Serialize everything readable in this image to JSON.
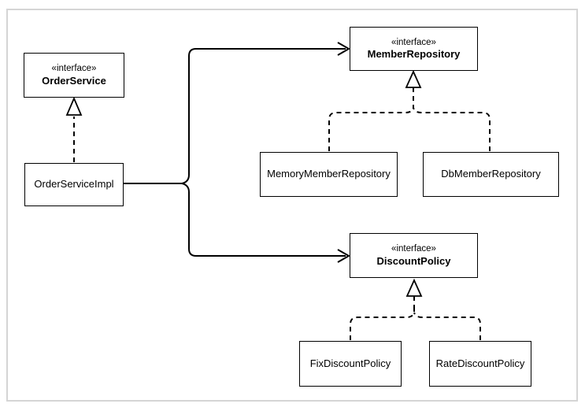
{
  "diagram": {
    "kind": "uml-class-diagram",
    "stereotype_label": "«interface»",
    "nodes": [
      {
        "id": "order-service",
        "stereotype": "«interface»",
        "name": "OrderService"
      },
      {
        "id": "order-service-impl",
        "stereotype": "",
        "name": "OrderServiceImpl"
      },
      {
        "id": "member-repository",
        "stereotype": "«interface»",
        "name": "MemberRepository"
      },
      {
        "id": "memory-member-repository",
        "stereotype": "",
        "name": "MemoryMemberRepository"
      },
      {
        "id": "db-member-repository",
        "stereotype": "",
        "name": "DbMemberRepository"
      },
      {
        "id": "discount-policy",
        "stereotype": "«interface»",
        "name": "DiscountPolicy"
      },
      {
        "id": "fix-discount-policy",
        "stereotype": "",
        "name": "FixDiscountPolicy"
      },
      {
        "id": "rate-discount-policy",
        "stereotype": "",
        "name": "RateDiscountPolicy"
      }
    ],
    "edges": [
      {
        "type": "realization",
        "from": "OrderServiceImpl",
        "to": "OrderService",
        "style": "dashed-hollow-triangle"
      },
      {
        "type": "dependency",
        "from": "OrderServiceImpl",
        "to": "MemberRepository",
        "style": "solid-open-arrow"
      },
      {
        "type": "dependency",
        "from": "OrderServiceImpl",
        "to": "DiscountPolicy",
        "style": "solid-open-arrow"
      },
      {
        "type": "realization",
        "from": "MemoryMemberRepository",
        "to": "MemberRepository",
        "style": "dashed-hollow-triangle"
      },
      {
        "type": "realization",
        "from": "DbMemberRepository",
        "to": "MemberRepository",
        "style": "dashed-hollow-triangle"
      },
      {
        "type": "realization",
        "from": "FixDiscountPolicy",
        "to": "DiscountPolicy",
        "style": "dashed-hollow-triangle"
      },
      {
        "type": "realization",
        "from": "RateDiscountPolicy",
        "to": "DiscountPolicy",
        "style": "dashed-hollow-triangle"
      }
    ],
    "colors": {
      "line": "#000000",
      "box_border": "#000000",
      "box_fill": "#ffffff",
      "frame_border": "#d5d5d5",
      "background": "#ffffff"
    }
  }
}
